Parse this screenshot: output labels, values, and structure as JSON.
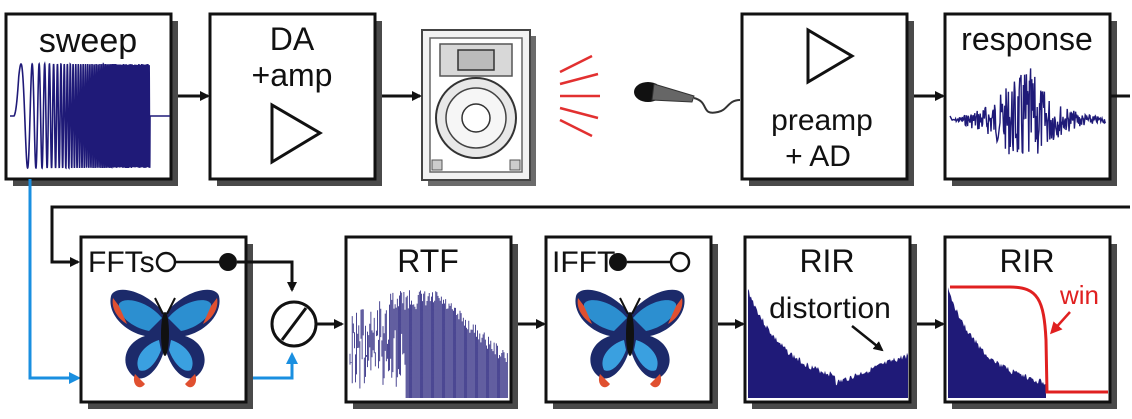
{
  "colors": {
    "signal": "#1f1a78",
    "arrow": "#111111",
    "blue_path": "#1a8fe0",
    "window": "#e02020",
    "speaker_waves": "#e23030",
    "box_shadow": "#4a4a4a"
  },
  "blocks": {
    "sweep": {
      "label": "sweep"
    },
    "da_amp": {
      "line1": "DA",
      "line2": "+amp"
    },
    "speaker": {
      "icon": "loudspeaker-icon"
    },
    "mic": {
      "icon": "microphone-icon"
    },
    "preamp": {
      "line1": "preamp",
      "line2": "+ AD"
    },
    "response": {
      "label": "response"
    },
    "ffts": {
      "label": "FFTs",
      "icon": "butterfly-icon"
    },
    "divide": {
      "symbol": "division-icon"
    },
    "rtf": {
      "label": "RTF"
    },
    "ifft": {
      "label": "IFFT",
      "icon": "butterfly-icon"
    },
    "rir1": {
      "label": "RIR",
      "annotation": "distortion"
    },
    "rir2": {
      "label": "RIR",
      "annotation": "win"
    }
  }
}
